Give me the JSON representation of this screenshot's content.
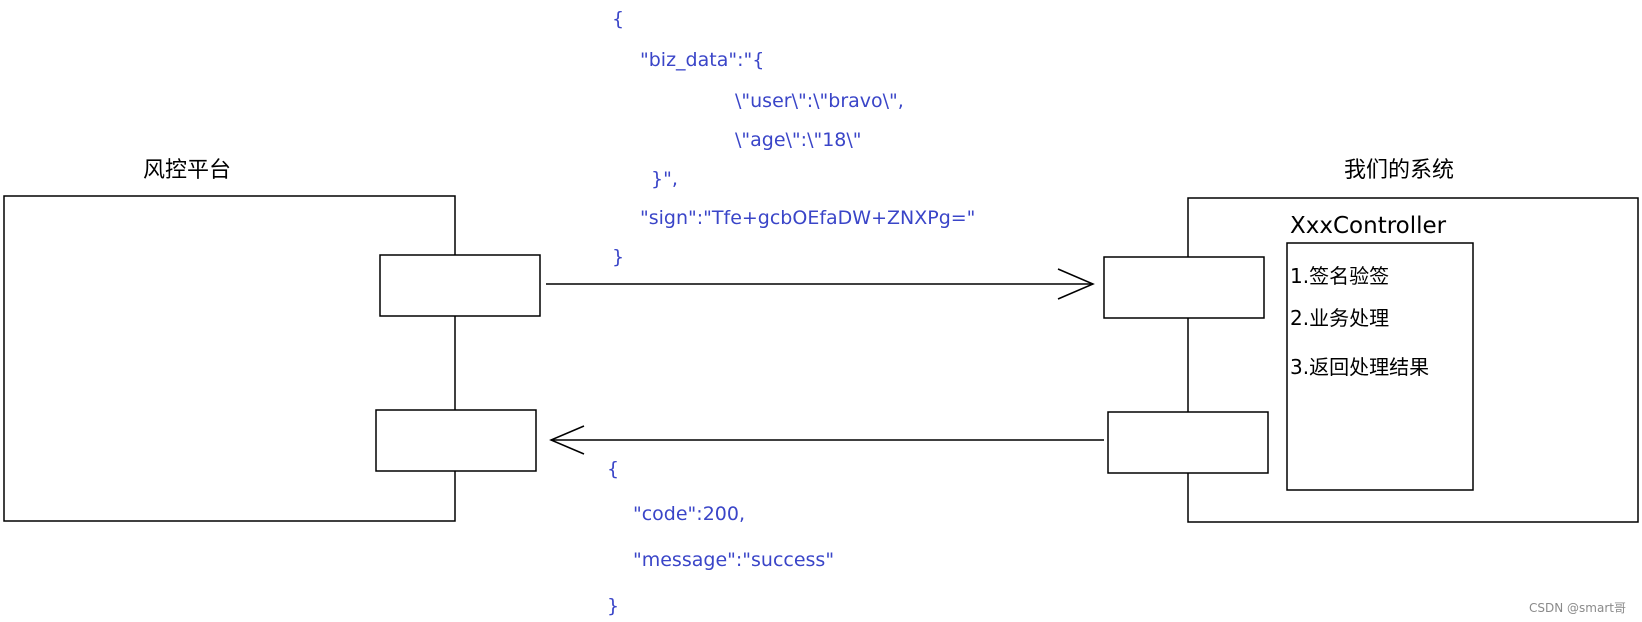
{
  "left_system": {
    "title": "风控平台"
  },
  "right_system": {
    "title": "我们的系统",
    "controller": {
      "title": "XxxController",
      "steps": [
        "1.签名验签",
        "2.业务处理",
        "3.返回处理结果"
      ]
    }
  },
  "request": {
    "lines": [
      "{",
      "\"biz_data\":\"{",
      "\\\"user\\\":\\\"bravo\\\",",
      "\\\"age\\\":\\\"18\\\"",
      "}\",",
      "\"sign\":\"Tfe+gcbOEfaDW+ZNXPg=\"",
      "}"
    ]
  },
  "response": {
    "lines": [
      "{",
      "\"code\":200,",
      "\"message\":\"success\"",
      "}"
    ]
  },
  "watermark": "CSDN @smart哥",
  "colors": {
    "code": "#3a45c8",
    "line": "#000000"
  }
}
